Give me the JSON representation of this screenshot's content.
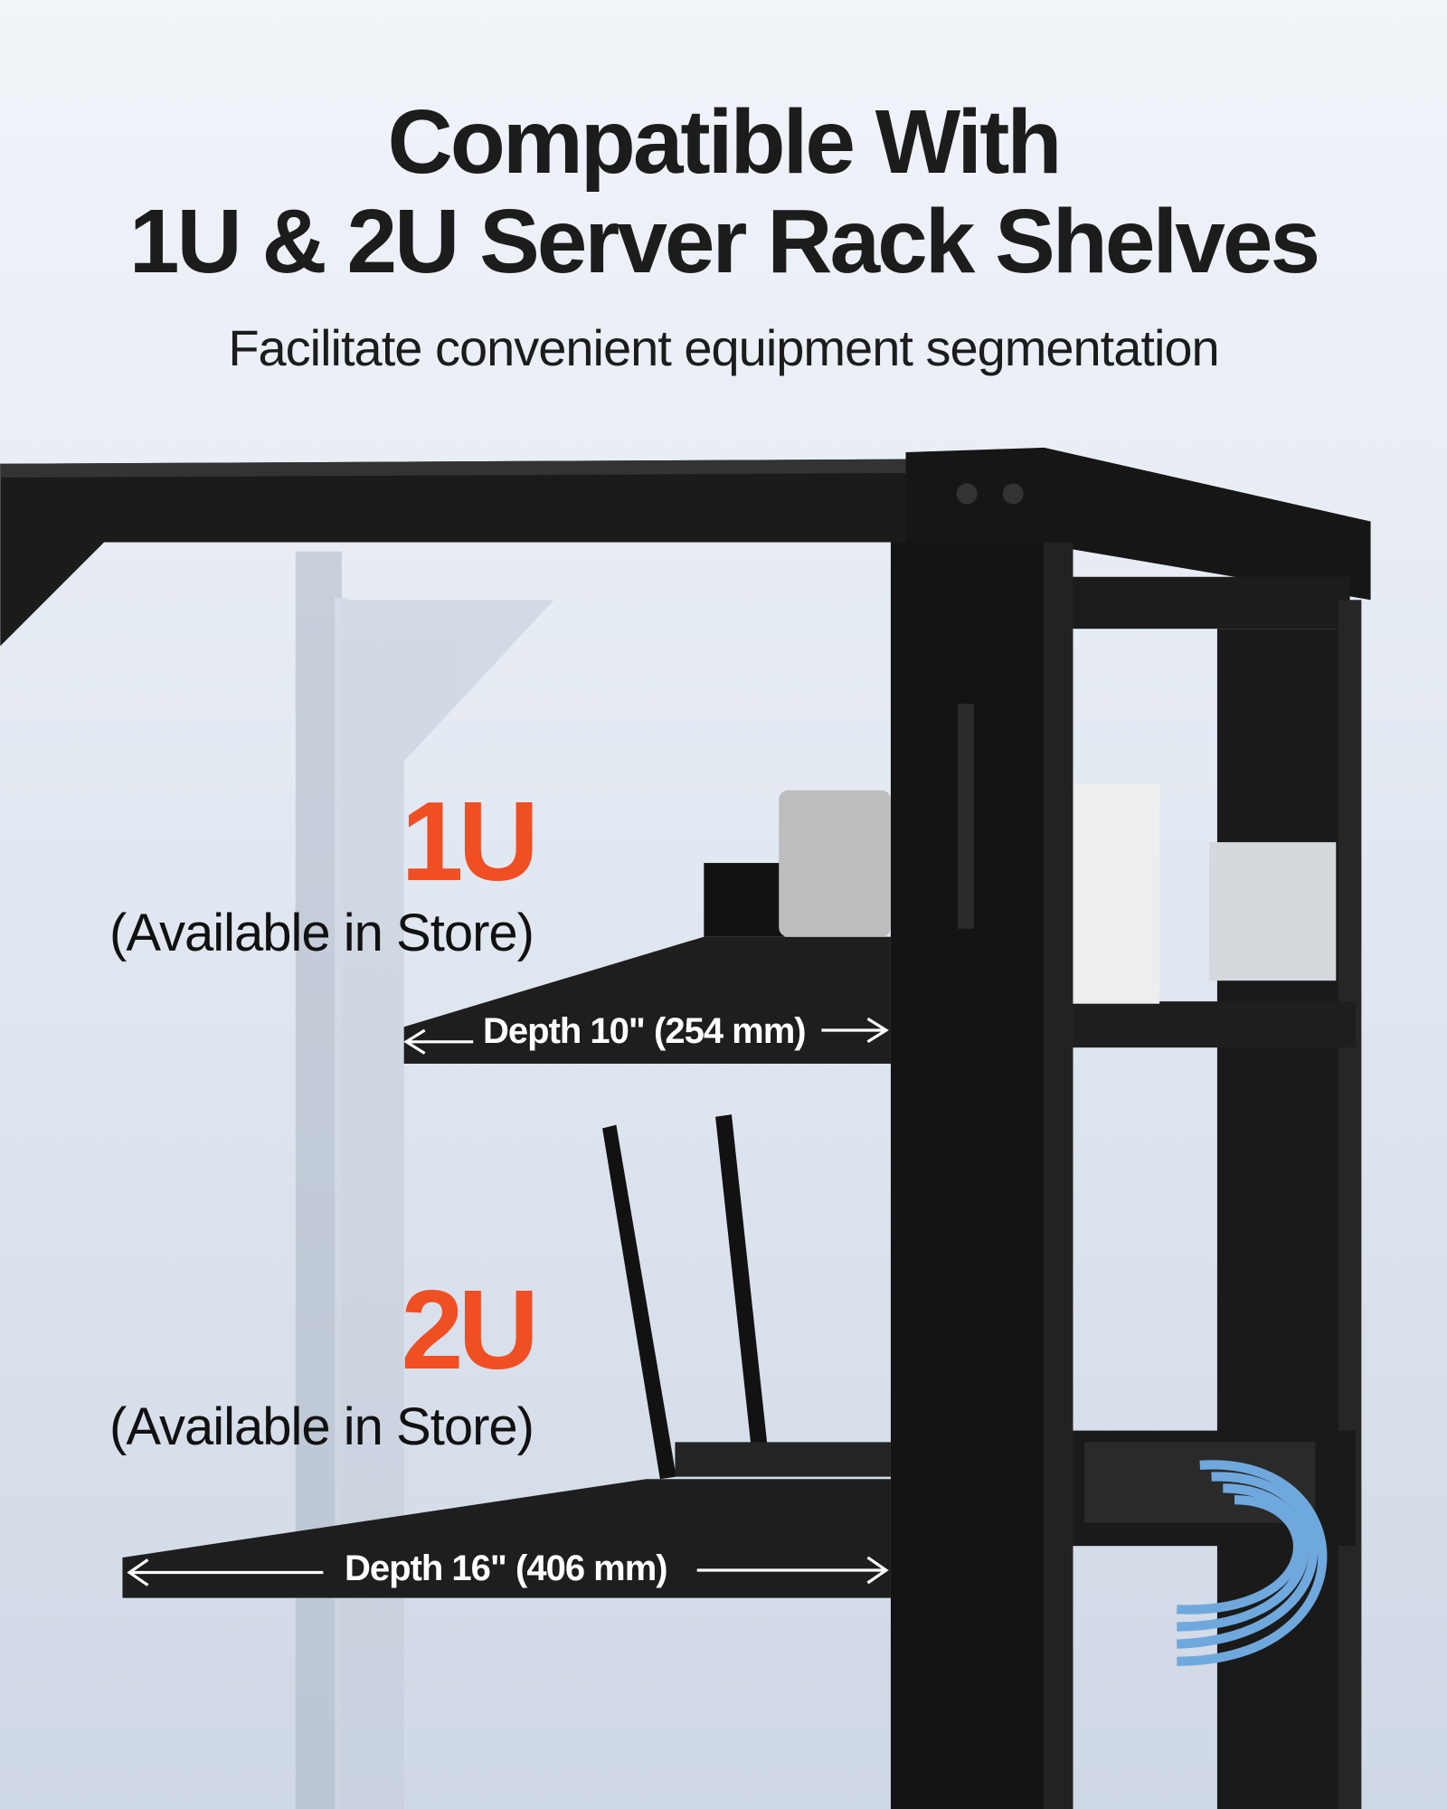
{
  "header": {
    "title_line1": "Compatible With",
    "title_line2": "1U & 2U Server Rack Shelves",
    "subtitle": "Facilitate convenient equipment segmentation"
  },
  "shelves": [
    {
      "size": "1U",
      "note": "(Available in Store)",
      "depth": "Depth 10\" (254 mm)"
    },
    {
      "size": "2U",
      "note": "(Available in Store)",
      "depth": "Depth 16\" (406 mm)"
    }
  ],
  "colors": {
    "accent": "#f04e23",
    "rack": "#1a1a1a",
    "cable": "#6fa8dc"
  }
}
